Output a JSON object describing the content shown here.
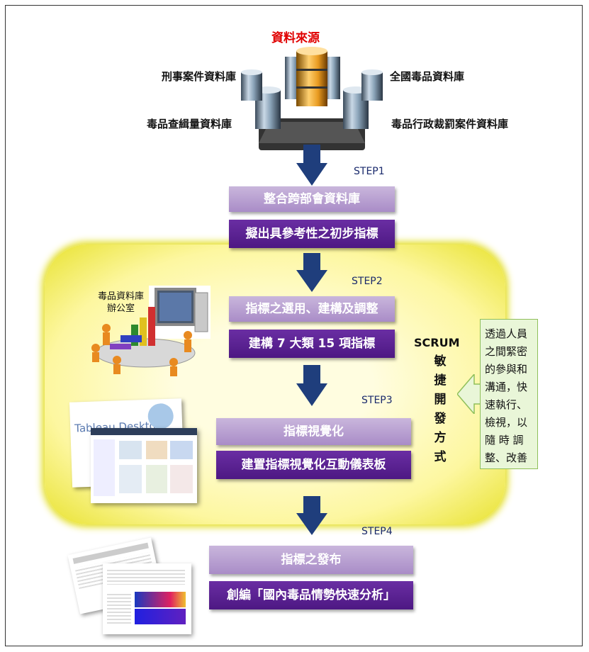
{
  "header": {
    "title": "資料來源"
  },
  "databases": {
    "left_top": "刑事案件資料庫",
    "left_bottom": "毒品查緝量資料庫",
    "right_top": "全國毒品資料庫",
    "right_bottom": "毒品行政裁罰案件資料庫"
  },
  "steps": [
    {
      "label": "STEP1",
      "title": "整合跨部會資料庫",
      "subtitle": "擬出具參考性之初步指標"
    },
    {
      "label": "STEP2",
      "title": "指標之選用、建構及調整",
      "subtitle": "建構 7 大類 15 項指標"
    },
    {
      "label": "STEP3",
      "title": "指標視覺化",
      "subtitle": "建置指標視覺化互動儀表板"
    },
    {
      "label": "STEP4",
      "title": "指標之發布",
      "subtitle": "創編「國內毒品情勢快速分析」"
    }
  ],
  "office_label_line1": "毒品資料庫",
  "office_label_line2": "辦公室",
  "scrum": {
    "title": "SCRUM",
    "chars": [
      "敏",
      "捷",
      "開",
      "發",
      "方",
      "式"
    ]
  },
  "note": {
    "lines": [
      "透過人員",
      "之間緊密",
      "的參與和",
      "溝通，快",
      "速執行、",
      "檢視，以",
      "隨 時 調",
      "整、改善"
    ]
  },
  "tableau": {
    "title": "Tableau Desktop"
  },
  "colors": {
    "arrow": "#1f3e7c",
    "box_top": "#b49ad0",
    "box_bottom": "#5a2294",
    "title_red": "#e00000",
    "yellow_glow": "#e4df2a",
    "note_bg": "#e9f6d8"
  }
}
